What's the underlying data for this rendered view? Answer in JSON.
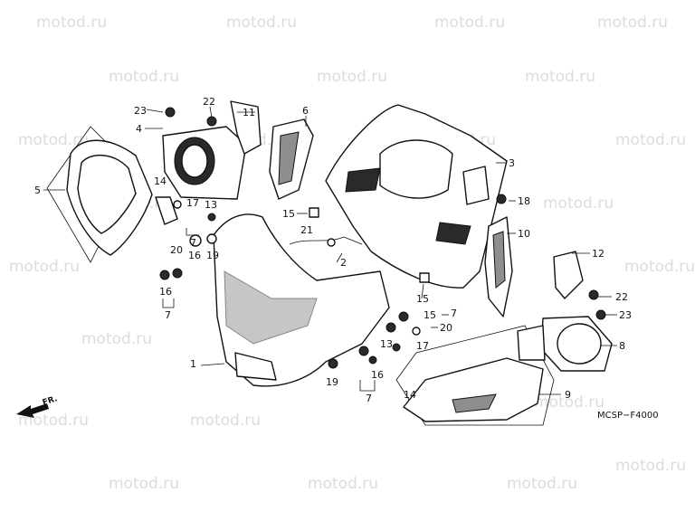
{
  "watermark": "motod.ru",
  "diagram_code": "MCSP−F4000",
  "direction_label": "FR.",
  "callouts": {
    "c1": "1",
    "c2": "2",
    "c3": "3",
    "c4": "4",
    "c5": "5",
    "c6": "6",
    "c7a": "7",
    "c7b": "7",
    "c7c": "7",
    "c7d": "7",
    "c8": "8",
    "c9": "9",
    "c10": "10",
    "c11": "11",
    "c12": "12",
    "c13a": "13",
    "c13b": "13",
    "c14a": "14",
    "c14b": "14",
    "c15a": "15",
    "c15b": "15",
    "c15c": "15",
    "c16a": "16",
    "c16b": "16",
    "c16c": "16",
    "c17a": "17",
    "c17b": "17",
    "c18": "18",
    "c19a": "19",
    "c19b": "19",
    "c20a": "20",
    "c20b": "20",
    "c21": "21",
    "c22a": "22",
    "c22b": "22",
    "c23a": "23",
    "c23b": "23"
  }
}
